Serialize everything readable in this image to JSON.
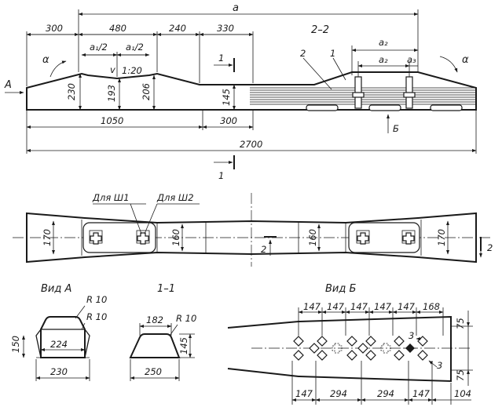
{
  "top": {
    "dim_a": "a",
    "dims_top": [
      "300",
      "480",
      "240",
      "330"
    ],
    "a1_half_left": "a₁/2",
    "a1_half_right": "a₁/2",
    "slope": "1:20",
    "alpha_left": "α",
    "alpha_right": "α",
    "view_A_arrow": "A",
    "h230": "230",
    "h193": "193",
    "h206": "206",
    "h145": "145",
    "d1050": "1050",
    "d300b": "300",
    "d2700": "2700",
    "sec_1_top": "1",
    "sec_1_bottom": "1",
    "section_22": "2–2",
    "label_2": "2",
    "label_1": "1",
    "a2_top": "a₂",
    "a2_low": "a₂",
    "a3": "a₃",
    "view_B_arrow": "Б",
    "hole_marker": "v"
  },
  "plan": {
    "for_sh1": "Для Ш1",
    "for_sh2": "Для Ш2",
    "w170_left": "170",
    "w160_left": "160",
    "w160_right": "160",
    "w170_right": "170",
    "sec2_left": "2",
    "sec2_right": "2"
  },
  "viewA": {
    "title": "Вид А",
    "r1": "R 10",
    "r2": "R 10",
    "h150": "150",
    "w224": "224",
    "w230": "230"
  },
  "sec11": {
    "title": "1–1",
    "w182": "182",
    "r": "R 10",
    "h145": "145",
    "w250": "250"
  },
  "viewB": {
    "title": "Вид Б",
    "top_dims": [
      "147",
      "147",
      "147",
      "147",
      "147",
      "168"
    ],
    "bottom_dims": [
      "147",
      "294",
      "294",
      "147",
      "104"
    ],
    "r75_top": "75",
    "r75_bottom": "75",
    "mark3a": "3",
    "mark3b": "3"
  }
}
